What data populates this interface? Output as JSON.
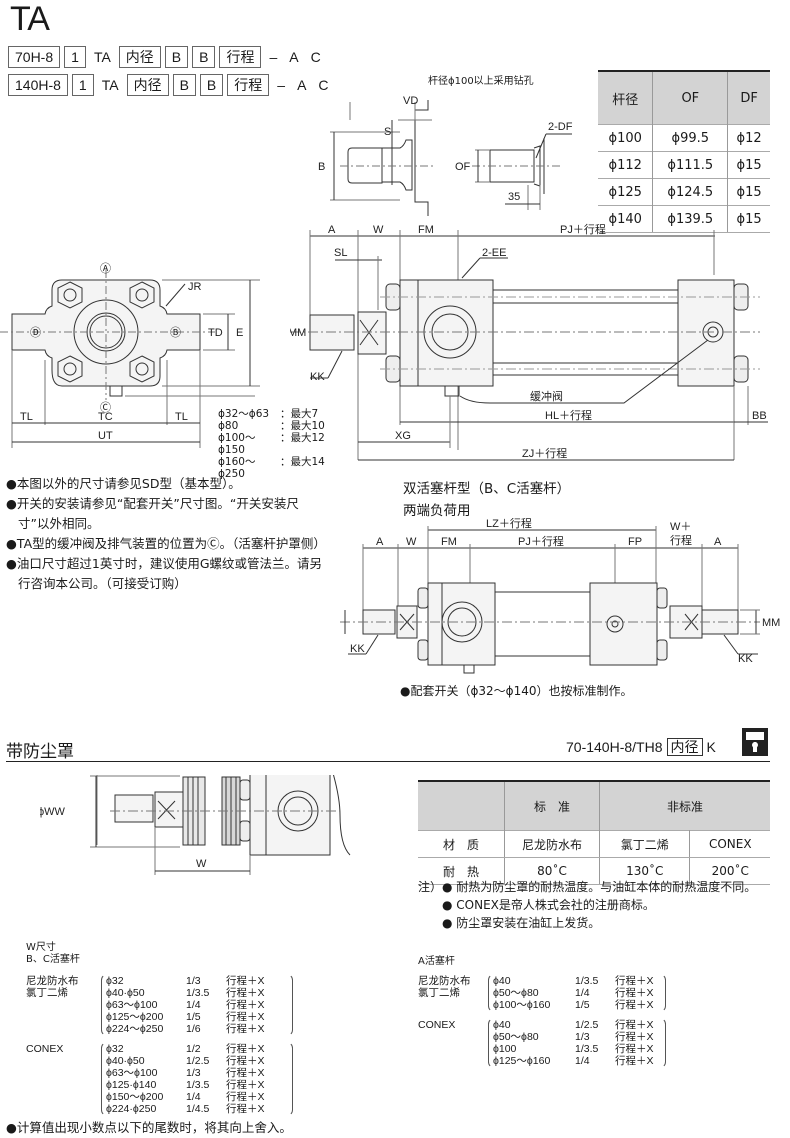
{
  "header": {
    "title": "TA",
    "model_rows": [
      {
        "series": "70H-8",
        "mount": "1",
        "type": "TA",
        "bore": "内径",
        "b1": "B",
        "b2": "B",
        "stroke": "行程",
        "dash": "–",
        "opt_a": "A",
        "opt_c": "C"
      },
      {
        "series": "140H-8",
        "mount": "1",
        "type": "TA",
        "bore": "内径",
        "b1": "B",
        "b2": "B",
        "stroke": "行程",
        "dash": "–",
        "opt_a": "A",
        "opt_c": "C"
      }
    ]
  },
  "rod_detail": {
    "note": "杆径ϕ100以上采用钻孔",
    "labels": {
      "vd": "VD",
      "s": "S",
      "b": "B",
      "of": "OF",
      "df": "2-DF",
      "d35": "35"
    }
  },
  "rod_table": {
    "headers": [
      "杆径",
      "OF",
      "DF"
    ],
    "rows": [
      [
        "ϕ100",
        "ϕ99.5",
        "ϕ12"
      ],
      [
        "ϕ112",
        "ϕ111.5",
        "ϕ15"
      ],
      [
        "ϕ125",
        "ϕ124.5",
        "ϕ15"
      ],
      [
        "ϕ140",
        "ϕ139.5",
        "ϕ15"
      ]
    ]
  },
  "front_view": {
    "labels": {
      "a": "Ⓐ",
      "b": "Ⓑ",
      "c": "Ⓒ",
      "d": "Ⓓ",
      "jr": "JR",
      "td": "TD",
      "e": "E",
      "tl": "TL",
      "tc": "TC",
      "ut": "UT"
    },
    "max_notes": [
      {
        "range": "ϕ32～ϕ63",
        "value": "：最大7"
      },
      {
        "range": "ϕ80",
        "value": "：最大10"
      },
      {
        "range": "ϕ100～ϕ150",
        "value": "：最大12"
      },
      {
        "range": "ϕ160～ϕ250",
        "value": "：最大14"
      }
    ]
  },
  "side_view": {
    "labels": {
      "a": "A",
      "w": "W",
      "fm": "FM",
      "pj": "PJ＋行程",
      "sl": "SL",
      "ee": "2-EE",
      "mm": "MM",
      "kk": "KK",
      "cushion": "缓冲阀",
      "hl": "HL＋行程",
      "bb": "BB",
      "xg": "XG",
      "zj": "ZJ＋行程"
    }
  },
  "notes": [
    "●本图以外的尺寸请参见SD型（基本型）。",
    "●开关的安装请参见“配套开关”尺寸图。“开关安装尺寸”以外相同。",
    "●TA型的缓冲阀及排气装置的位置为Ⓒ。（活塞杆护罩侧）",
    "●油口尺寸超过1英寸时，建议使用G螺纹或管法兰。请另行咨询本公司。（可接受订购）"
  ],
  "double_rod": {
    "title": "双活塞杆型（B、C活塞杆）",
    "subtitle": "两端负荷用",
    "labels": {
      "lz": "LZ＋行程",
      "a": "A",
      "w": "W",
      "fm": "FM",
      "pj": "PJ＋行程",
      "fp": "FP",
      "w_stroke_1": "W＋",
      "w_stroke_2": "行程",
      "mm": "MM",
      "kk": "KK"
    },
    "note": "●配套开关（ϕ32～ϕ140）也按标准制作。"
  },
  "dust_cover": {
    "heading": "带防尘罩",
    "code_prefix": "70-140H-8/TH8",
    "code_box": "内径",
    "code_suffix": "K",
    "flag_icon": "dust-cover-flag-icon",
    "labels": {
      "ww": "ϕWW",
      "w": "W"
    },
    "table": {
      "header": [
        "",
        "标　准",
        "非标准"
      ],
      "rows": [
        [
          "材　质",
          "尼龙防水布",
          "氯丁二烯",
          "CONEX"
        ],
        [
          "耐　热",
          "80˚C",
          "130˚C",
          "200˚C"
        ]
      ]
    },
    "notes": [
      "注）● 耐热为防尘罩的耐热温度。与油缸本体的耐热温度不同。",
      "● CONEX是帝人株式会社的注册商标。",
      "● 防尘罩安装在油缸上发货。"
    ]
  },
  "w_dimensions": {
    "title": "W尺寸",
    "subtitle": "B、C活塞杆",
    "groups": [
      {
        "material": [
          "尼龙防水布",
          "氯丁二烯"
        ],
        "rows": [
          [
            "ϕ32",
            "1/3",
            "行程＋X"
          ],
          [
            "ϕ40·ϕ50",
            "1/3.5",
            "行程＋X"
          ],
          [
            "ϕ63～ϕ100",
            "1/4",
            "行程＋X"
          ],
          [
            "ϕ125～ϕ200",
            "1/5",
            "行程＋X"
          ],
          [
            "ϕ224～ϕ250",
            "1/6",
            "行程＋X"
          ]
        ]
      },
      {
        "material": [
          "CONEX"
        ],
        "rows": [
          [
            "ϕ32",
            "1/2",
            "行程＋X"
          ],
          [
            "ϕ40·ϕ50",
            "1/2.5",
            "行程＋X"
          ],
          [
            "ϕ63～ϕ100",
            "1/3",
            "行程＋X"
          ],
          [
            "ϕ125·ϕ140",
            "1/3.5",
            "行程＋X"
          ],
          [
            "ϕ150～ϕ200",
            "1/4",
            "行程＋X"
          ],
          [
            "ϕ224·ϕ250",
            "1/4.5",
            "行程＋X"
          ]
        ]
      }
    ]
  },
  "a_rod": {
    "title": "A活塞杆",
    "groups": [
      {
        "material": [
          "尼龙防水布",
          "氯丁二烯"
        ],
        "rows": [
          [
            "ϕ40",
            "1/3.5",
            "行程＋X"
          ],
          [
            "ϕ50～ϕ80",
            "1/4",
            "行程＋X"
          ],
          [
            "ϕ100～ϕ160",
            "1/5",
            "行程＋X"
          ]
        ]
      },
      {
        "material": [
          "CONEX"
        ],
        "rows": [
          [
            "ϕ40",
            "1/2.5",
            "行程＋X"
          ],
          [
            "ϕ50～ϕ80",
            "1/3",
            "行程＋X"
          ],
          [
            "ϕ100",
            "1/3.5",
            "行程＋X"
          ],
          [
            "ϕ125～ϕ160",
            "1/4",
            "行程＋X"
          ]
        ]
      }
    ]
  },
  "bottom_note": "●计算值出现小数点以下的尾数时，将其向上舍入。"
}
